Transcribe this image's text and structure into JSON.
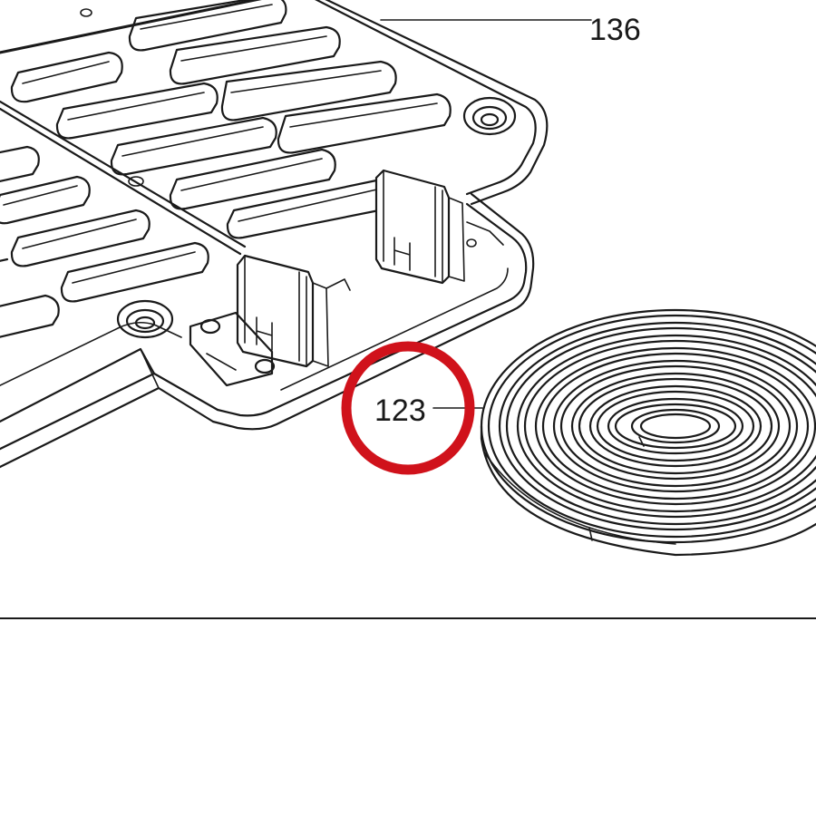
{
  "diagram": {
    "callouts": [
      {
        "id": "part-136",
        "label": "136"
      },
      {
        "id": "part-123",
        "label": "123"
      }
    ],
    "highlight": {
      "target": "123",
      "color": "#d0121b"
    },
    "line_color": "#1a1a1a",
    "background": "#ffffff"
  }
}
